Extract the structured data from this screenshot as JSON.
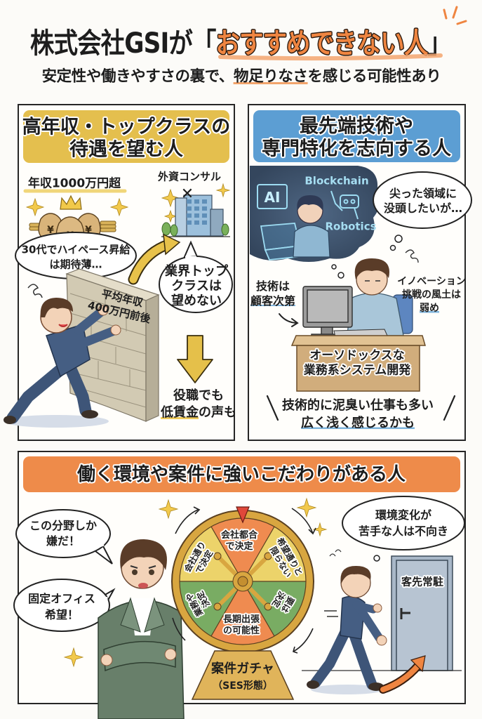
{
  "title": {
    "prefix": "株式会社GSIが「",
    "highlight": "おすすめできない人",
    "suffix": "」"
  },
  "subtitle": {
    "pre": "安定性や働きやすさの裏で、",
    "underlined": "物足りなさ",
    "post": "を感じる可能性あり"
  },
  "colors": {
    "title_accent": "#ef8541",
    "header_yellow": "#e4bf4e",
    "header_blue": "#5c9ed3",
    "header_orange": "#ee8b4a",
    "wheel_orange": "#ef8b50",
    "wheel_yellow": "#ecd36a",
    "wheel_green": "#79ac63",
    "wheel_gold": "#d8a640"
  },
  "panel_income": {
    "header": [
      "高年収・トップクラスの",
      "待遇を望む人"
    ],
    "salary_label": "年収1000万円超",
    "consul_label": "外資コンサル",
    "building_mark": "✕",
    "bubble_raise": [
      "30代でハイペース昇給",
      "は期待薄…"
    ],
    "wall_text": [
      "平均年収",
      "400万円前後"
    ],
    "bubble_top": [
      "業界トップ",
      "クラスは",
      "望めない"
    ],
    "bottom_note": {
      "line1": "役職でも",
      "underlined": "低賃金",
      "rest": "の声も"
    },
    "icons": [
      "money-bag-icon",
      "crown-icon",
      "sparkle-icon",
      "building-icon",
      "tree-icon",
      "curved-arrow-icon",
      "down-arrow-icon",
      "brick-wall-icon"
    ]
  },
  "panel_tech": {
    "header": [
      "最先端技術や",
      "専門特化を志向する人"
    ],
    "cloud_labels": {
      "ai": "AI",
      "blockchain": "Blockchain",
      "robotics": "Robotics"
    },
    "bubble_focus": [
      "尖った領域に",
      "没頭したいが…"
    ],
    "client_note": {
      "line1": "技術は",
      "underlined": "顧客次第"
    },
    "innovation_note": {
      "line1": "イノベーション",
      "line2": "挑戦の風土は",
      "underlined": "弱め"
    },
    "desk_text": [
      "オーソドックスな",
      "業務系システム開発"
    ],
    "bottom_note": {
      "line1": "技術的に泥臭い仕事も多い",
      "underlined": "広く浅く感じるかも"
    },
    "icons": [
      "robot-arm-icon",
      "laptop-icon",
      "monitor-icon",
      "keyboard-icon",
      "desk-icon",
      "thought-cloud-icon"
    ]
  },
  "panel_env": {
    "header": "働く環境や案件に強いこだわりがある人",
    "bubble_field": [
      "この分野しか",
      "嫌だ！"
    ],
    "bubble_office": [
      "固定オフィス",
      "希望！"
    ],
    "wheel": {
      "segments": [
        {
          "label": [
            "会社都合",
            "で決定"
          ],
          "color": "orange"
        },
        {
          "label": [
            "希望通りと",
            "限らない"
          ],
          "color": "yellow"
        },
        {
          "label": [
            "要は",
            "決定"
          ],
          "color": "green"
        },
        {
          "label": [
            "長期出張",
            "の可能性"
          ],
          "color": "orange"
        },
        {
          "label": [
            "業務や",
            "決定"
          ],
          "color": "green"
        },
        {
          "label": [
            "会社通り",
            "で決定"
          ],
          "color": "yellow"
        }
      ],
      "stand_label": [
        "案件ガチャ",
        "（SES形態）"
      ]
    },
    "bubble_change": [
      "環境変化が",
      "苦手な人は不向き"
    ],
    "door_label": "客先常駐",
    "icons": [
      "roulette-wheel-icon",
      "pointer-icon",
      "door-icon",
      "orange-arrow-icon",
      "sparkle-icon"
    ]
  }
}
